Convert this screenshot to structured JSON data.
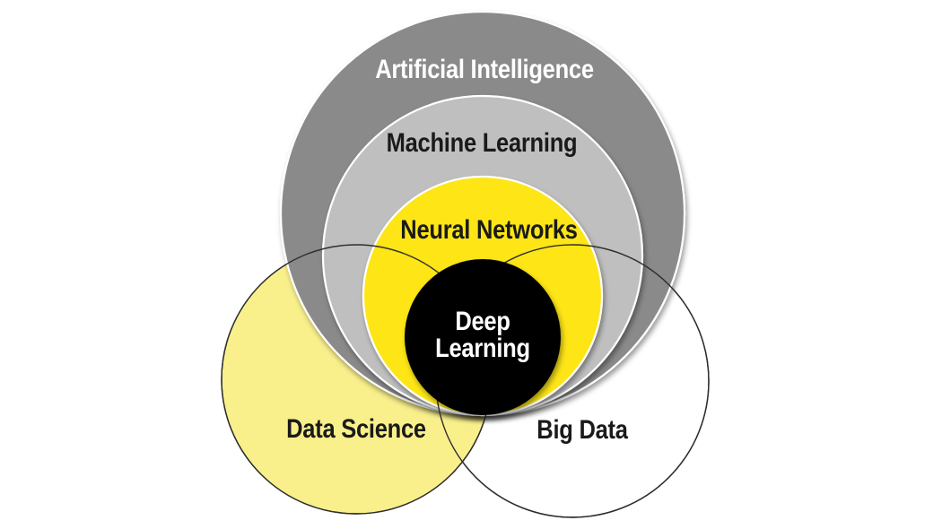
{
  "diagram": {
    "labels": {
      "artificial_intelligence": "Artificial Intelligence",
      "machine_learning": "Machine Learning",
      "neural_networks": "Neural Networks",
      "deep_learning": "Deep Learning",
      "data_science": "Data Science",
      "big_data": "Big Data"
    },
    "colors": {
      "artificial_intelligence_fill": "#8A8A8A",
      "machine_learning_fill": "#BFBFBF",
      "neural_networks_fill": "#FDE513",
      "deep_learning_fill": "#000000",
      "data_science_fill": "#F9F08C",
      "big_data_fill": "#FFFFFF",
      "thin_outline": "#2E2E2E",
      "inner_ring": "#FFFFFF",
      "light_text": "#FFFFFF",
      "dark_text": "#1A1A1A",
      "background": "#FFFFFF"
    },
    "structure": {
      "nested_order": [
        "Artificial Intelligence",
        "Machine Learning",
        "Neural Networks",
        "Deep Learning"
      ],
      "overlapping_sets": [
        "Data Science",
        "Big Data"
      ]
    }
  }
}
